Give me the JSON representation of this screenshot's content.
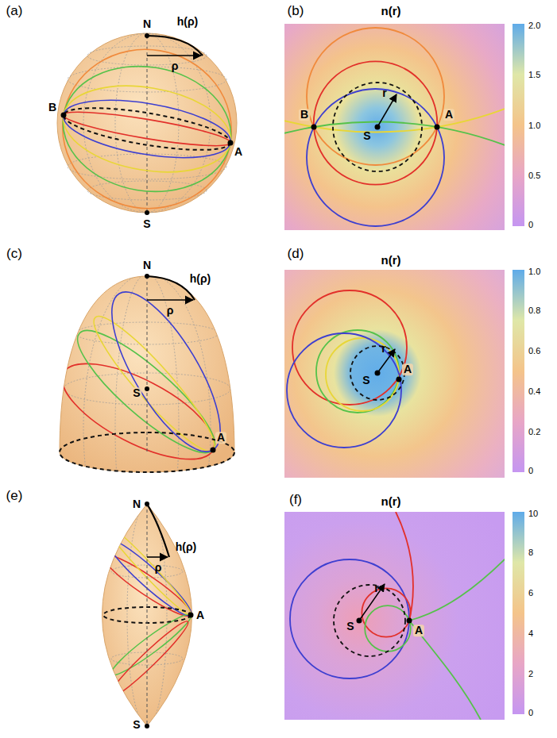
{
  "diagram": {
    "labels": [
      "(a)",
      "N",
      "h(ρ)",
      "ρ",
      "B",
      "A",
      "S",
      "(b)",
      "n(r)",
      "B",
      "S",
      "r",
      "A",
      "2.0",
      "1.5",
      "1.0",
      "0.5",
      "0",
      "(c)",
      "N",
      "h(ρ)",
      "ρ",
      "S",
      "A",
      "(d)",
      "n(r)",
      "S",
      "r",
      "A",
      "1.0",
      "0.8",
      "0.6",
      "0.4",
      "0.2",
      "0",
      "(e)",
      "N",
      "h(ρ)",
      "ρ",
      "A",
      "S",
      "(f)",
      "n(r)",
      "S",
      "r",
      "A",
      "10",
      "8",
      "6",
      "4",
      "2",
      "0"
    ]
  }
}
